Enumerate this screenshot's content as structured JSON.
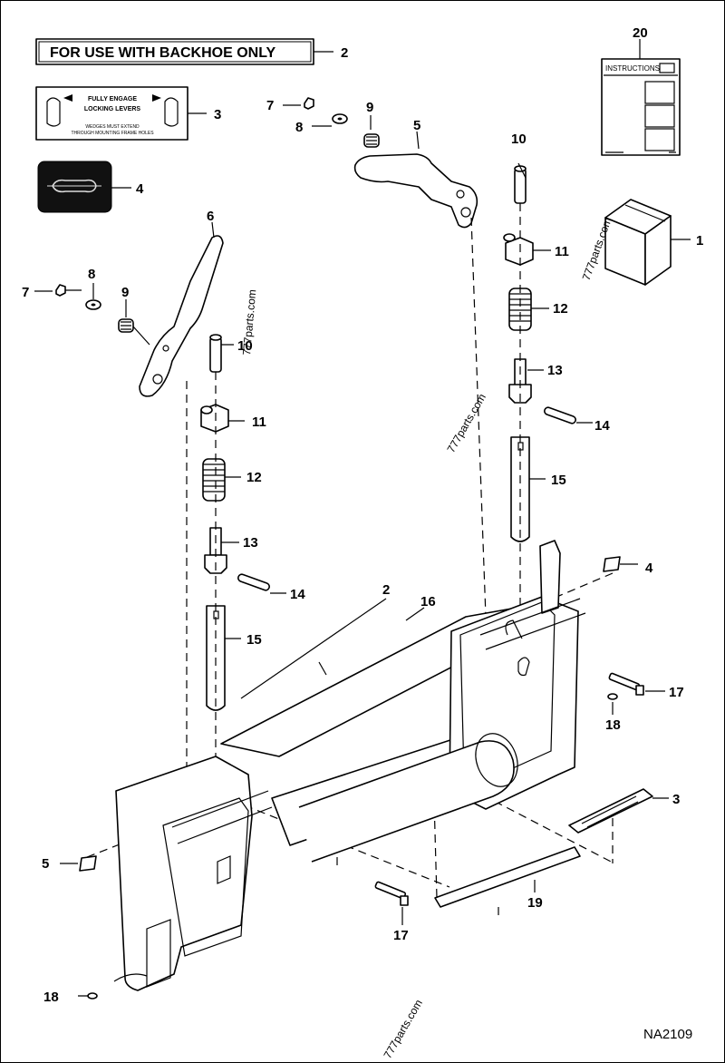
{
  "diagram_code": "NA2109",
  "watermark": "777parts.com",
  "decal_backhoe": {
    "text": "FOR USE WITH BACKHOE ONLY"
  },
  "decal_locking": {
    "line1": "FULLY ENGAGE",
    "line2": "LOCKING LEVERS",
    "line3": "WEDGES MUST EXTEND",
    "line4": "THROUGH MOUNTING FRAME HOLES"
  },
  "instructions_label": "INSTRUCTIONS",
  "callouts": {
    "c1": "1",
    "c2a": "2",
    "c2b": "2",
    "c3a": "3",
    "c3b": "3",
    "c4a": "4",
    "c4b": "4",
    "c5a": "5",
    "c5b": "5",
    "c6": "6",
    "c7a": "7",
    "c7b": "7",
    "c8a": "8",
    "c8b": "8",
    "c9a": "9",
    "c9b": "9",
    "c10a": "10",
    "c10b": "10",
    "c11a": "11",
    "c11b": "11",
    "c12a": "12",
    "c12b": "12",
    "c13a": "13",
    "c13b": "13",
    "c14a": "14",
    "c14b": "14",
    "c15a": "15",
    "c15b": "15",
    "c16": "16",
    "c17a": "17",
    "c17b": "17",
    "c18a": "18",
    "c18b": "18",
    "c19": "19",
    "c20": "20"
  }
}
